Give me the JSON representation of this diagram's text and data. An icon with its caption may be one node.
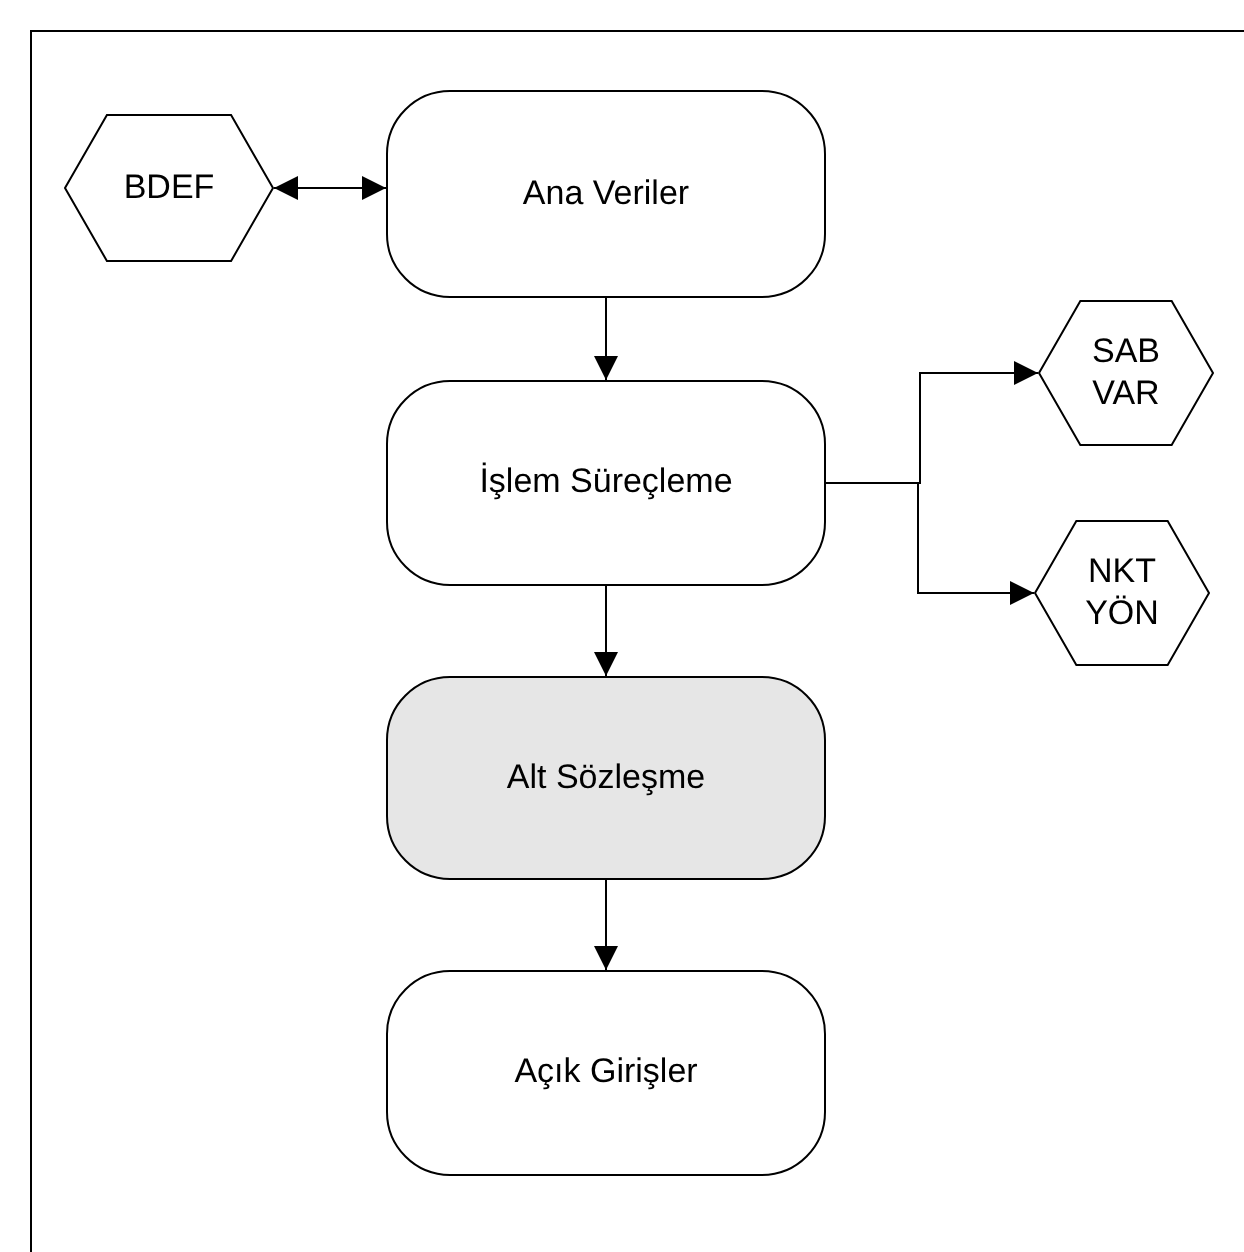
{
  "diagram": {
    "nodes": [
      {
        "text": [
          "BDEF"
        ]
      },
      {
        "text": [
          "Ana Veriler"
        ]
      },
      {
        "text": [
          "İşlem Süreçleme"
        ]
      },
      {
        "text": [
          "SAB VAR"
        ]
      },
      {
        "text": [
          "NKT YÖN"
        ]
      },
      {
        "text": [
          "Alt Sözleşme"
        ]
      },
      {
        "text": [
          "Açık Girişler"
        ]
      }
    ],
    "edges": [
      {
        "from": 0,
        "to": 1,
        "arrow": "both"
      },
      {
        "from": 1,
        "to": 2,
        "arrow": "to"
      },
      {
        "from": 2,
        "to": 3,
        "arrow": "to"
      },
      {
        "from": 2,
        "to": 4,
        "arrow": "to"
      },
      {
        "from": 2,
        "to": 5,
        "arrow": "to"
      },
      {
        "from": 5,
        "to": 6,
        "arrow": "to"
      }
    ]
  }
}
